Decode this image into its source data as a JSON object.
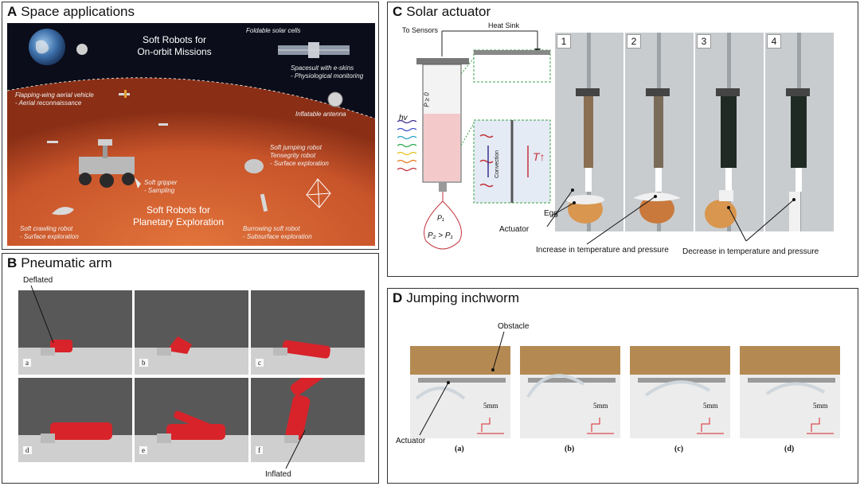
{
  "panel_a": {
    "letter": "A",
    "title": "Space applications",
    "headline_orbit_1": "Soft Robots for",
    "headline_orbit_2": "On-orbit Missions",
    "headline_planet_1": "Soft Robots for",
    "headline_planet_2": "Planetary Exploration",
    "labels": {
      "solar_cells": "Foldable solar cells",
      "spacesuit_1": "Spacesuit with e-skins",
      "spacesuit_2": "- Physiological monitoring",
      "flapping_1": "Flapping-wing aerial vehicle",
      "flapping_2": "- Aerial reconnaissance",
      "antenna": "Inflatable antenna",
      "jumping_1": "Soft jumping robot",
      "jumping_2": "Tensegrity robot",
      "jumping_3": "- Surface exploration",
      "gripper_1": "Soft gripper",
      "gripper_2": "- Sampling",
      "crawling_1": "Soft crawling robot",
      "crawling_2": "- Surface exploration",
      "burrowing_1": "Burrowing soft robot",
      "burrowing_2": "- Subsurface exploration"
    }
  },
  "panel_b": {
    "letter": "B",
    "title": "Pneumatic arm",
    "deflated": "Deflated",
    "inflated": "Inflated",
    "frames": [
      "a",
      "b",
      "c",
      "d",
      "e",
      "f"
    ]
  },
  "panel_c": {
    "letter": "C",
    "title": "Solar actuator",
    "to_sensors": "To Sensors",
    "heat_sink": "Heat Sink",
    "hv": "hv",
    "p_zero": "P ≥ 0",
    "p1": "P₁",
    "p2_gt_p1": "P₂ > P₁",
    "convection": "Convection",
    "t_up": "T↑",
    "egg": "Egg",
    "actuator": "Actuator",
    "increase": "Increase in temperature and pressure",
    "decrease": "Decrease in temperature and pressure",
    "steps": [
      "1",
      "2",
      "3",
      "4"
    ]
  },
  "panel_d": {
    "letter": "D",
    "title": "Jumping inchworm",
    "obstacle": "Obstacle",
    "actuator": "Actuator",
    "scale": "5mm",
    "captions": [
      "(a)",
      "(b)",
      "(c)",
      "(d)"
    ]
  },
  "colors": {
    "mars": "#c8542a",
    "space": "#0b0d1a",
    "arm_red": "#d8232a",
    "backdrop": "#5a5a5a",
    "egg": "#d9964e"
  }
}
